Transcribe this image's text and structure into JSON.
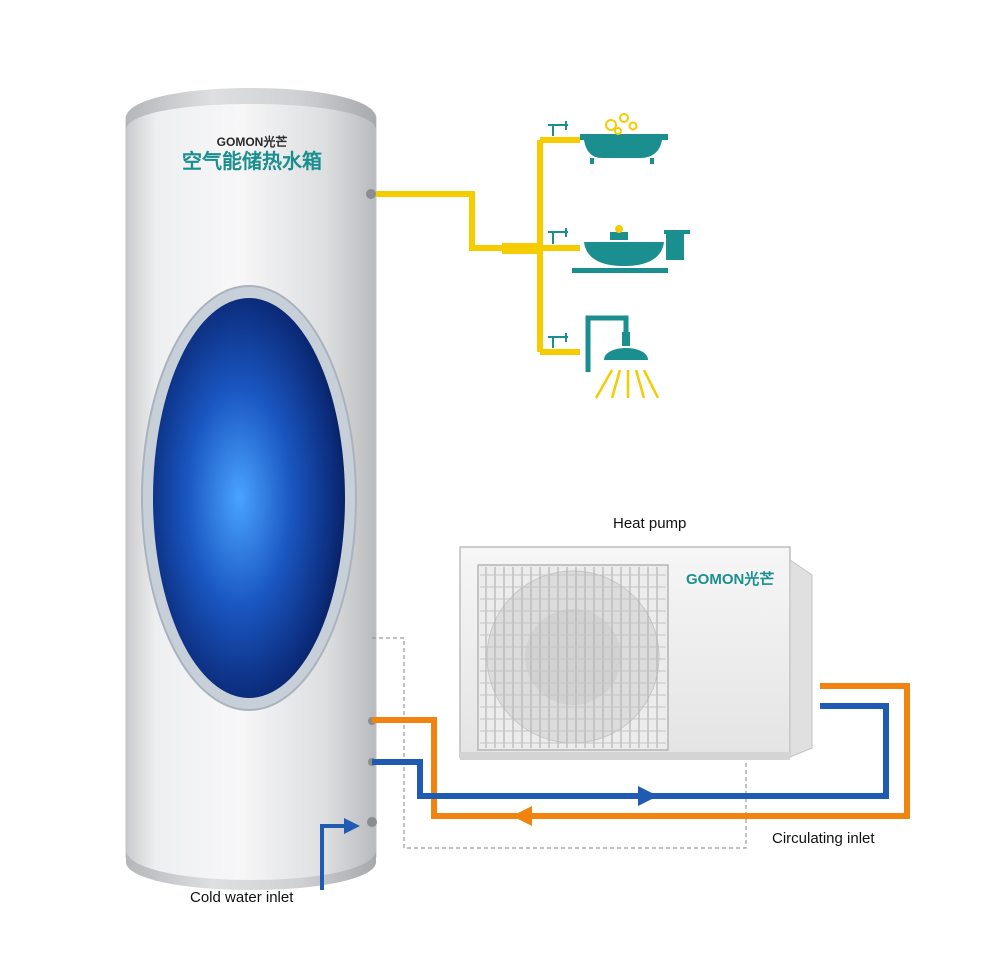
{
  "tank": {
    "brand": "GOMON光芒",
    "product_name": "空气能储热水箱"
  },
  "heat_pump": {
    "label": "Heat pump",
    "brand": "GOMON光芒"
  },
  "labels": {
    "cold_water_inlet": "Cold water inlet",
    "circulating_inlet": "Circulating inlet"
  },
  "colors": {
    "hot_water_pipe": "#f5cc00",
    "hot_return_pipe": "#f0840e",
    "cold_pipe": "#1f5bb3",
    "fixture_teal": "#1b8f8f",
    "tank_body": "#e6e7ea",
    "tank_window": "#1a57c2"
  },
  "icons": [
    "bathtub-icon",
    "washbasin-icon",
    "shower-icon",
    "fan-grille-icon"
  ]
}
